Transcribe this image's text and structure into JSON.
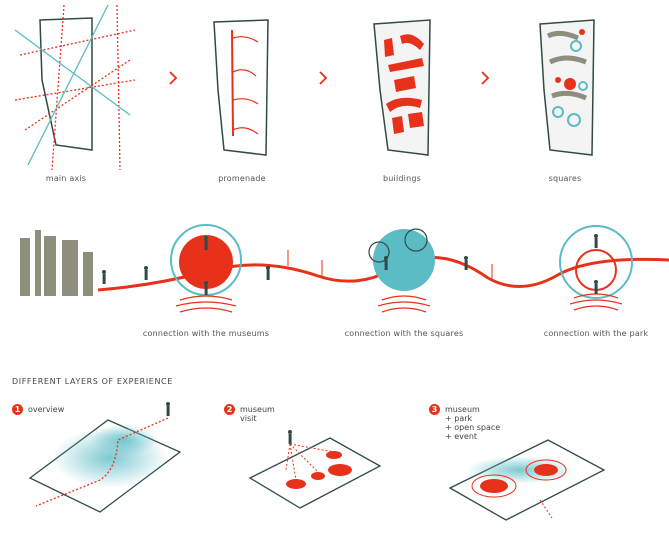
{
  "row1": {
    "labels": [
      "main axis",
      "promenade",
      "buildings",
      "squares"
    ],
    "arrow": ">"
  },
  "row2": {
    "labels": [
      "connection with the museums",
      "connection with the squares",
      "connection with the park"
    ]
  },
  "row3": {
    "heading": "DIFFERENT LAYERS OF EXPERIENCE",
    "items": [
      {
        "num": "1",
        "lines": [
          "overview"
        ]
      },
      {
        "num": "2",
        "lines": [
          "museum",
          "visit"
        ]
      },
      {
        "num": "3",
        "lines": [
          "museum",
          "+ park",
          "+ open space",
          "+ event"
        ]
      }
    ]
  },
  "colors": {
    "red": "#e8311a",
    "teal": "#5bbcc6",
    "dark": "#2f4a47",
    "grey": "#8e8e7f"
  }
}
